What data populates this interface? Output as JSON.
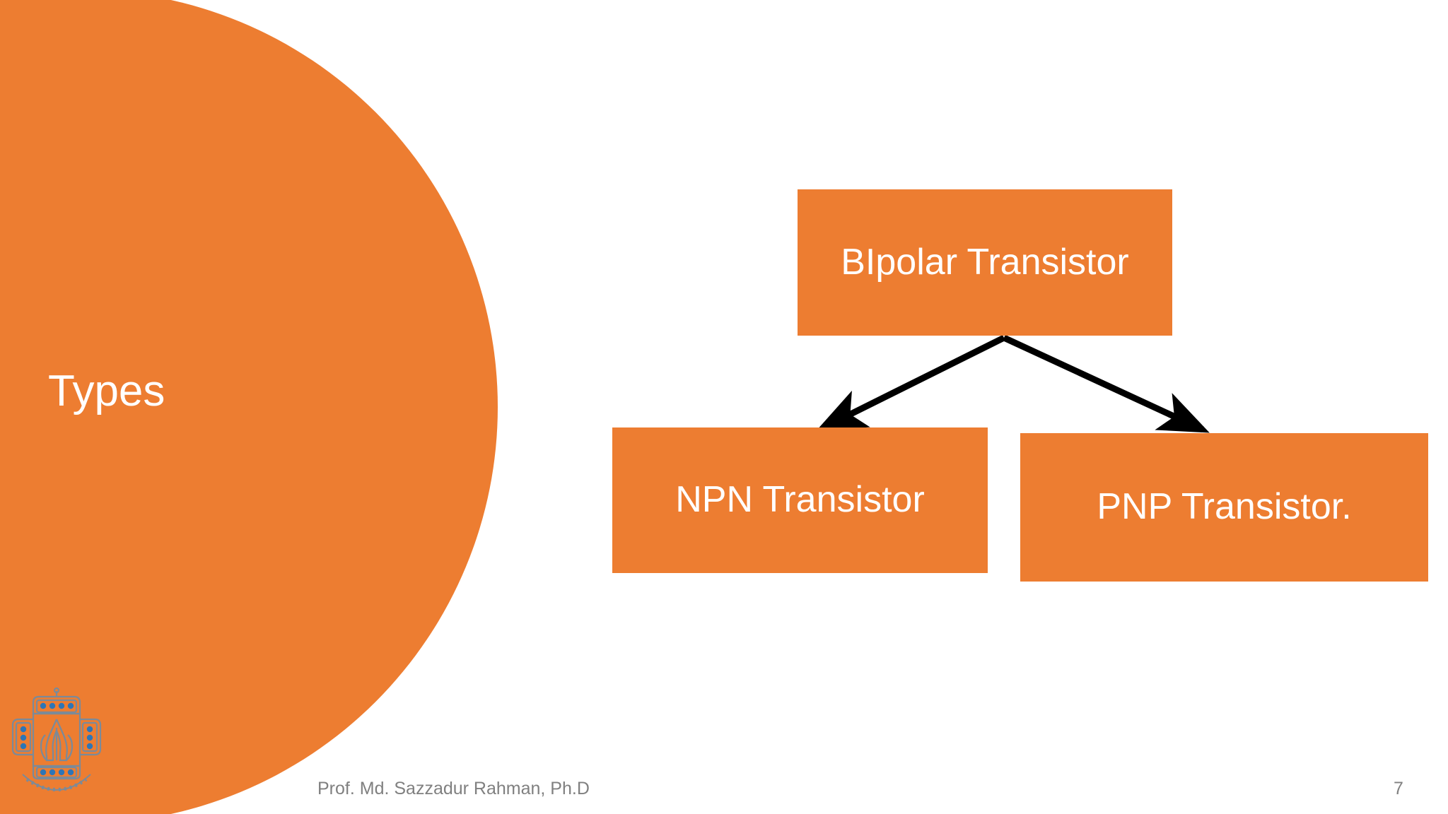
{
  "slide": {
    "background_color": "#FFFFFF",
    "accent_color": "#ED7D31",
    "title": "Types"
  },
  "logo": {
    "name": "jahangirnagar-university-logo",
    "outline_color": "#7B8A99",
    "dot_color": "#2E75B6",
    "caption_script": "Bengali"
  },
  "diagram": {
    "type": "hierarchy",
    "root": {
      "label": "BIpolar Transistor"
    },
    "children": [
      {
        "label": "NPN Transistor"
      },
      {
        "label": "PNP Transistor."
      }
    ],
    "connector_color": "#000000",
    "connector_style": "arrow"
  },
  "footer": {
    "presenter": "Prof. Md. Sazzadur Rahman, Ph.D",
    "page_number": "7"
  }
}
